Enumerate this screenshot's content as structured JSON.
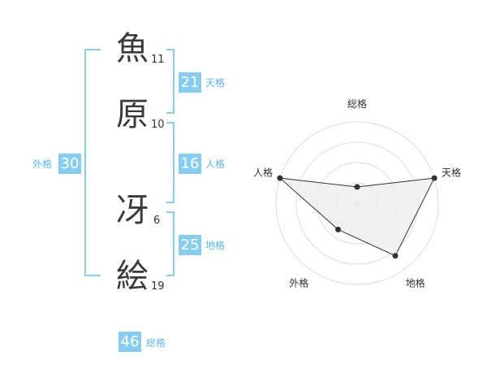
{
  "name_chars": [
    {
      "char": "魚",
      "strokes": "11"
    },
    {
      "char": "原",
      "strokes": "10"
    },
    {
      "char": "冴",
      "strokes": "6"
    },
    {
      "char": "絵",
      "strokes": "19"
    }
  ],
  "fortune": {
    "tenkaku": {
      "label": "天格",
      "value": "21"
    },
    "jinkaku": {
      "label": "人格",
      "value": "16"
    },
    "chikaku": {
      "label": "地格",
      "value": "25"
    },
    "gaikaku": {
      "label": "外格",
      "value": "30"
    },
    "soukaku": {
      "label": "総格",
      "value": "46"
    }
  },
  "chart_data": {
    "type": "radar",
    "axes": [
      "総格",
      "天格",
      "地格",
      "外格",
      "人格"
    ],
    "values": [
      1,
      5,
      4,
      2,
      5
    ],
    "rmax": 5,
    "rings": 4,
    "colors": {
      "fill": "#eeeeee",
      "line": "#333333",
      "grid": "#dddddd"
    }
  }
}
